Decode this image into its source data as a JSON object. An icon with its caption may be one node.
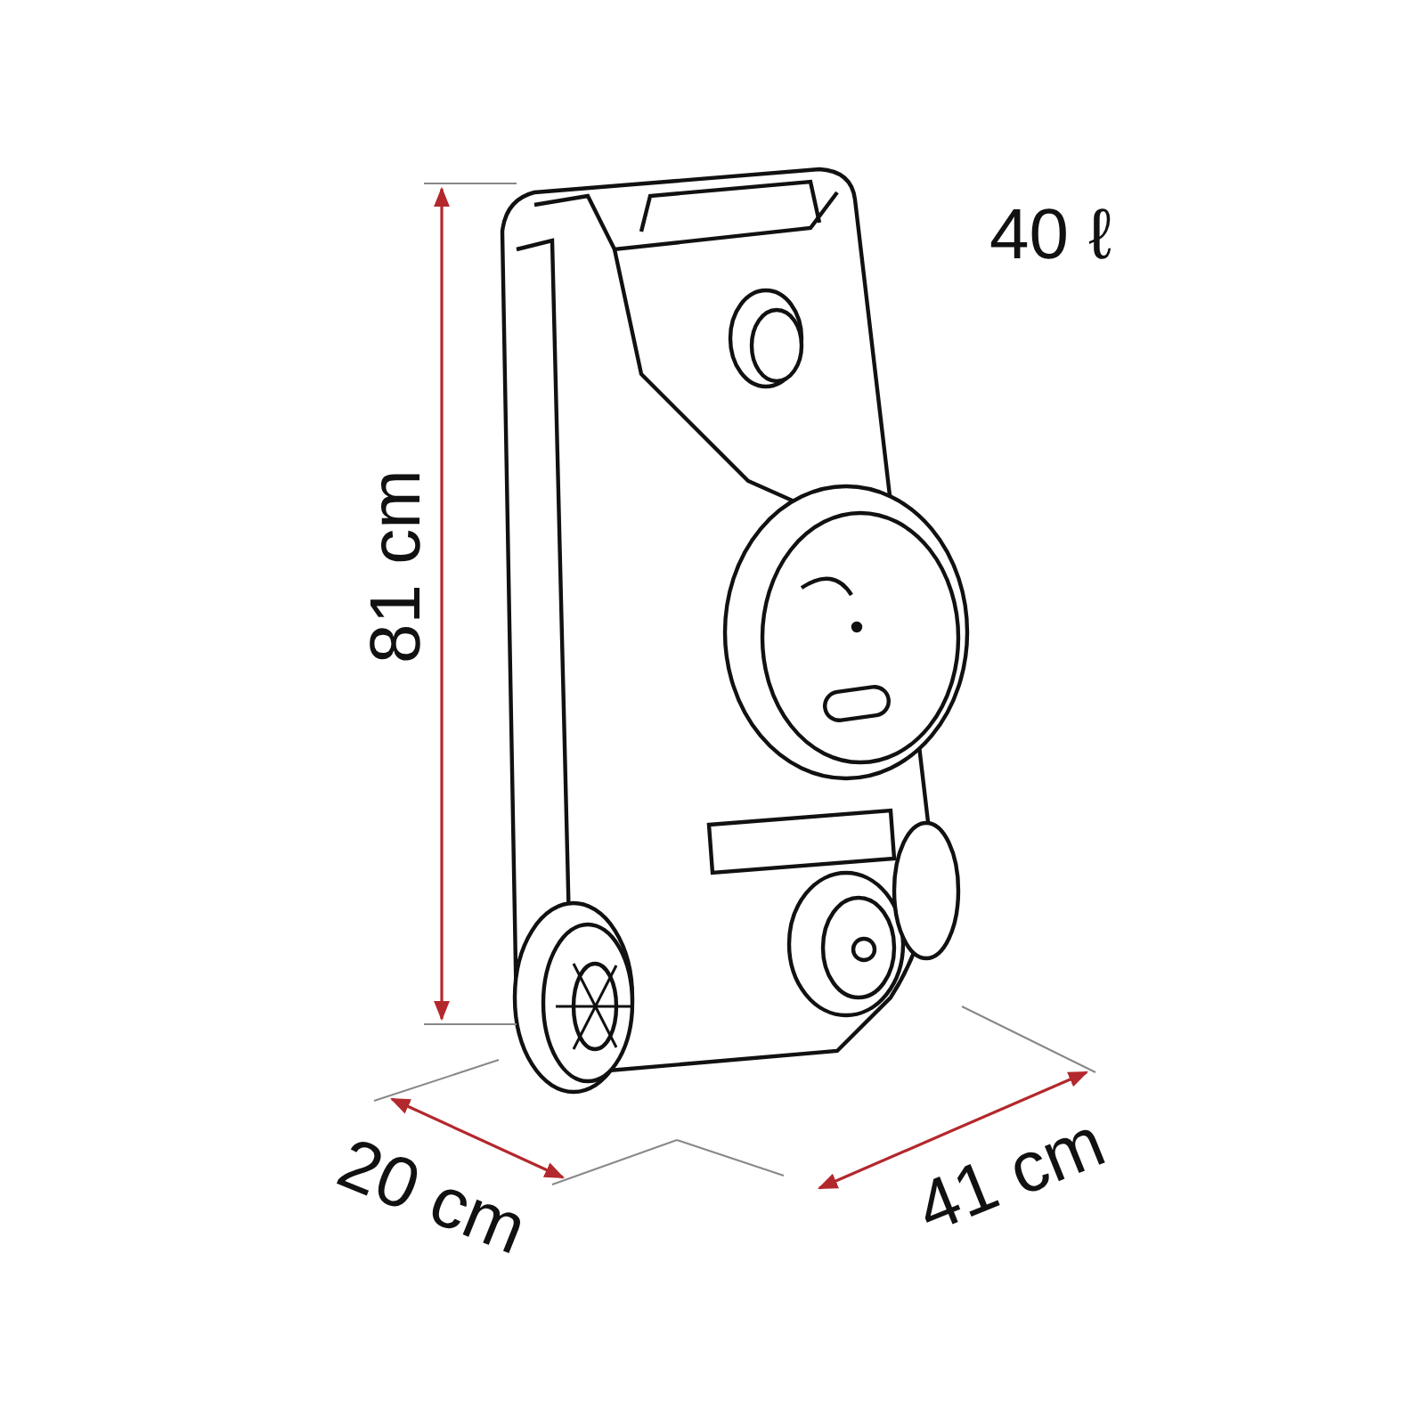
{
  "diagram": {
    "labels": [
      "40 ℓ",
      "81 cm",
      "20 cm",
      "41 cm"
    ]
  }
}
